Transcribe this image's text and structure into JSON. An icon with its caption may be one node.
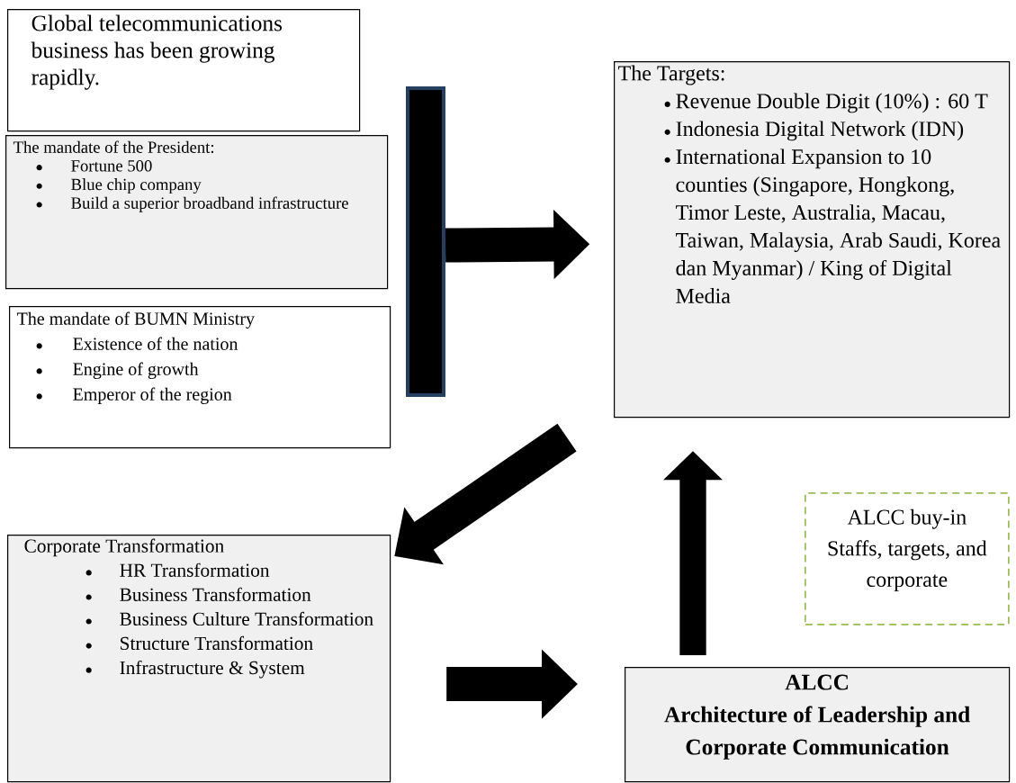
{
  "diagram": {
    "nodes": [
      {
        "text": [
          "Global telecommunications business has been growing rapidly."
        ]
      },
      {
        "text": [
          "The mandate of the President:",
          "Fortune 500",
          "Blue chip company",
          "Build a superior broadband infrastructure"
        ]
      },
      {
        "text": [
          "The mandate of BUMN Ministry",
          "Existence of the nation",
          "Engine of growth",
          "Emperor of the region"
        ]
      },
      {
        "text": [],
        "shape": "bar"
      },
      {
        "text": [
          "The Targets:",
          "Revenue Double Digit (10%) : 60 T",
          "Indonesia Digital Network (IDN)",
          "International  Expansion to 10 counties (Singapore, Hongkong, Timor Leste, Australia, Macau, Taiwan, Malaysia, Arab Saudi, Korea dan Myanmar) / King of Digital Media"
        ]
      },
      {
        "text": [
          "Corporate Transformation",
          "HR Transformation",
          "Business Transformation",
          "Business Culture Transformation",
          "Structure Transformation",
          "Infrastructure & System"
        ]
      },
      {
        "text": [
          "ALCC",
          "Architecture of Leadership and Corporate Communication"
        ]
      },
      {
        "text": [
          "ALCC buy-in Staffs, targets, and corporate"
        ]
      }
    ],
    "edges": [
      {
        "from": 3,
        "to": 4,
        "arrow": "to"
      },
      {
        "from": 4,
        "to": 5,
        "arrow": "to"
      },
      {
        "from": 5,
        "to": 6,
        "arrow": "to"
      },
      {
        "from": 6,
        "to": 4,
        "arrow": "to"
      }
    ]
  }
}
